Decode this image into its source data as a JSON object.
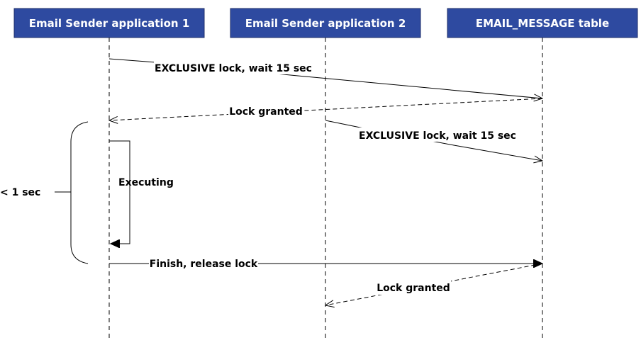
{
  "participants": [
    {
      "label": "Email Sender application 1"
    },
    {
      "label": "Email Sender application 2"
    },
    {
      "label": "EMAIL_MESSAGE table"
    }
  ],
  "messages": {
    "app1_lock_request": "EXCLUSIVE lock, wait 15 sec",
    "app1_lock_granted": "Lock granted",
    "app2_lock_request": "EXCLUSIVE lock, wait 15 sec",
    "executing": "Executing",
    "finish_release": "Finish, release lock",
    "app2_lock_granted": "Lock granted"
  },
  "annotations": {
    "duration": "< 1 sec"
  },
  "colors": {
    "header_fill": "#2e4aa0",
    "header_text": "#ffffff",
    "line": "#000000"
  }
}
